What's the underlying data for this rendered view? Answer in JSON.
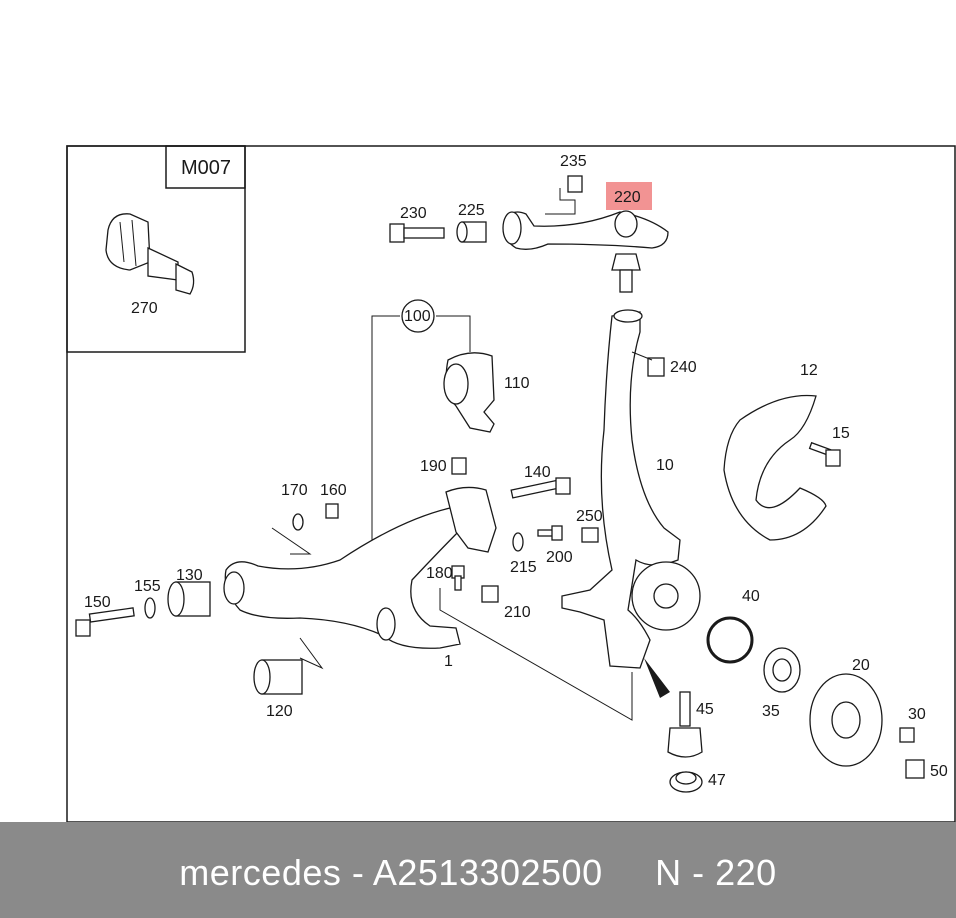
{
  "inset": {
    "code": "M007",
    "part_label": "270"
  },
  "highlight_color": "#f08080",
  "labels": {
    "l1": "1",
    "l10": "10",
    "l12": "12",
    "l15": "15",
    "l20": "20",
    "l30": "30",
    "l35": "35",
    "l40": "40",
    "l45": "45",
    "l47": "47",
    "l50": "50",
    "l100": "100",
    "l110": "110",
    "l120": "120",
    "l130": "130",
    "l140": "140",
    "l150": "150",
    "l155": "155",
    "l160": "160",
    "l170": "170",
    "l180": "180",
    "l190": "190",
    "l200": "200",
    "l210": "210",
    "l215": "215",
    "l220": "220",
    "l225": "225",
    "l230": "230",
    "l235": "235",
    "l240": "240",
    "l250": "250"
  },
  "footer": {
    "brand": "mercedes",
    "part_number": "A2513302500",
    "position": "N - 220"
  }
}
